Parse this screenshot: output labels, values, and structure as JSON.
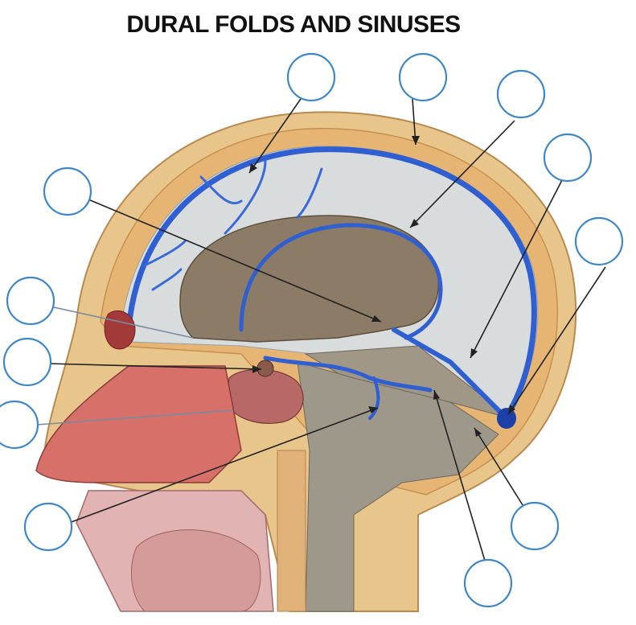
{
  "title": "DURAL FOLDS AND SINUSES",
  "colors": {
    "background": "#ffffff",
    "label_circle": "#3f86c6",
    "leader_line": "#222222",
    "sinus_blue": "#2f5fd0",
    "scalp": "#e8c58a",
    "bone": "#e4b070",
    "falx": "#cfd3d4",
    "brain_space": "#8a7a68",
    "nose": "#d8706a"
  },
  "label_circles": [
    {
      "id": "blank-1",
      "text": ""
    },
    {
      "id": "blank-2",
      "text": ""
    },
    {
      "id": "blank-3",
      "text": ""
    },
    {
      "id": "blank-4",
      "text": ""
    },
    {
      "id": "blank-5",
      "text": ""
    },
    {
      "id": "blank-6",
      "text": ""
    },
    {
      "id": "blank-7",
      "text": ""
    },
    {
      "id": "blank-8",
      "text": ""
    },
    {
      "id": "blank-9",
      "text": ""
    },
    {
      "id": "blank-10",
      "text": ""
    },
    {
      "id": "blank-11",
      "text": ""
    },
    {
      "id": "blank-12",
      "text": ""
    },
    {
      "id": "blank-13",
      "text": ""
    }
  ]
}
